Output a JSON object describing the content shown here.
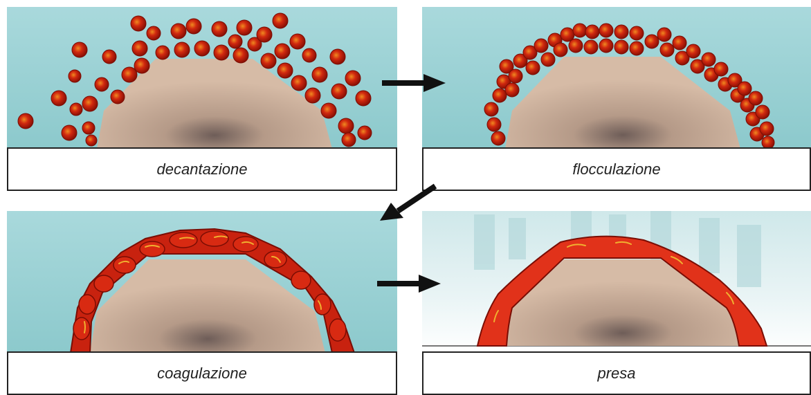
{
  "panels": [
    {
      "label": "decantazione",
      "stage": "particles scattered"
    },
    {
      "label": "flocculazione",
      "stage": "particles clustered"
    },
    {
      "label": "coagulazione",
      "stage": "particles merging"
    },
    {
      "label": "presa",
      "stage": "continuous film"
    }
  ],
  "colors": {
    "water": "#8fcccf",
    "stone": "#c9aa94",
    "particle": "#c8220f",
    "particle_highlight": "#e8a020",
    "film": "#e1321a",
    "outline": "#222222"
  }
}
